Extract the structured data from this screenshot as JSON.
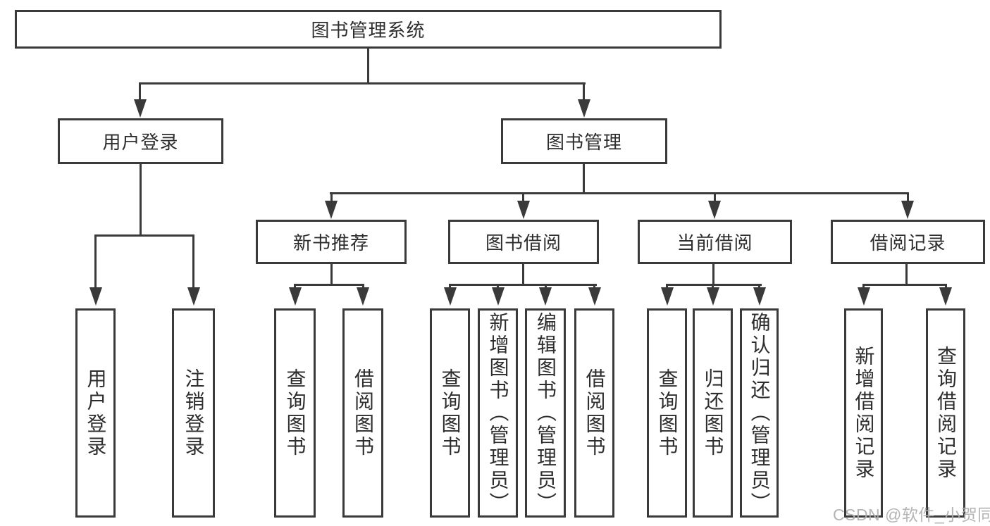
{
  "diagram": {
    "root": {
      "label": "图书管理系统"
    },
    "level2": [
      {
        "label": "用户登录"
      },
      {
        "label": "图书管理"
      }
    ],
    "level3": [
      {
        "label": "新书推荐"
      },
      {
        "label": "图书借阅"
      },
      {
        "label": "当前借阅"
      },
      {
        "label": "借阅记录"
      }
    ],
    "leaves": [
      {
        "label": "用户登录"
      },
      {
        "label": "注销登录"
      },
      {
        "label": "查询图书"
      },
      {
        "label": "借阅图书"
      },
      {
        "label": "查询图书"
      },
      {
        "label": "新增图书（管理员）"
      },
      {
        "label": "编辑图书（管理员）"
      },
      {
        "label": "借阅图书"
      },
      {
        "label": "查询图书"
      },
      {
        "label": "归还图书"
      },
      {
        "label": "确认归还（管理员）"
      },
      {
        "label": "新增借阅记录"
      },
      {
        "label": "查询借阅记录"
      }
    ],
    "hierarchy": {
      "图书管理系统": {
        "用户登录": [
          "用户登录",
          "注销登录"
        ],
        "图书管理": {
          "新书推荐": [
            "查询图书",
            "借阅图书"
          ],
          "图书借阅": [
            "查询图书",
            "新增图书（管理员）",
            "编辑图书（管理员）",
            "借阅图书"
          ],
          "当前借阅": [
            "查询图书",
            "归还图书",
            "确认归还（管理员）"
          ],
          "借阅记录": [
            "新增借阅记录",
            "查询借阅记录"
          ]
        }
      }
    }
  },
  "watermark": "CSDN @软件_小贺同学",
  "colors": {
    "line": "#3a3a3a",
    "text": "#2d2d2d",
    "watermark": "#aeaeae",
    "background": "#ffffff"
  }
}
